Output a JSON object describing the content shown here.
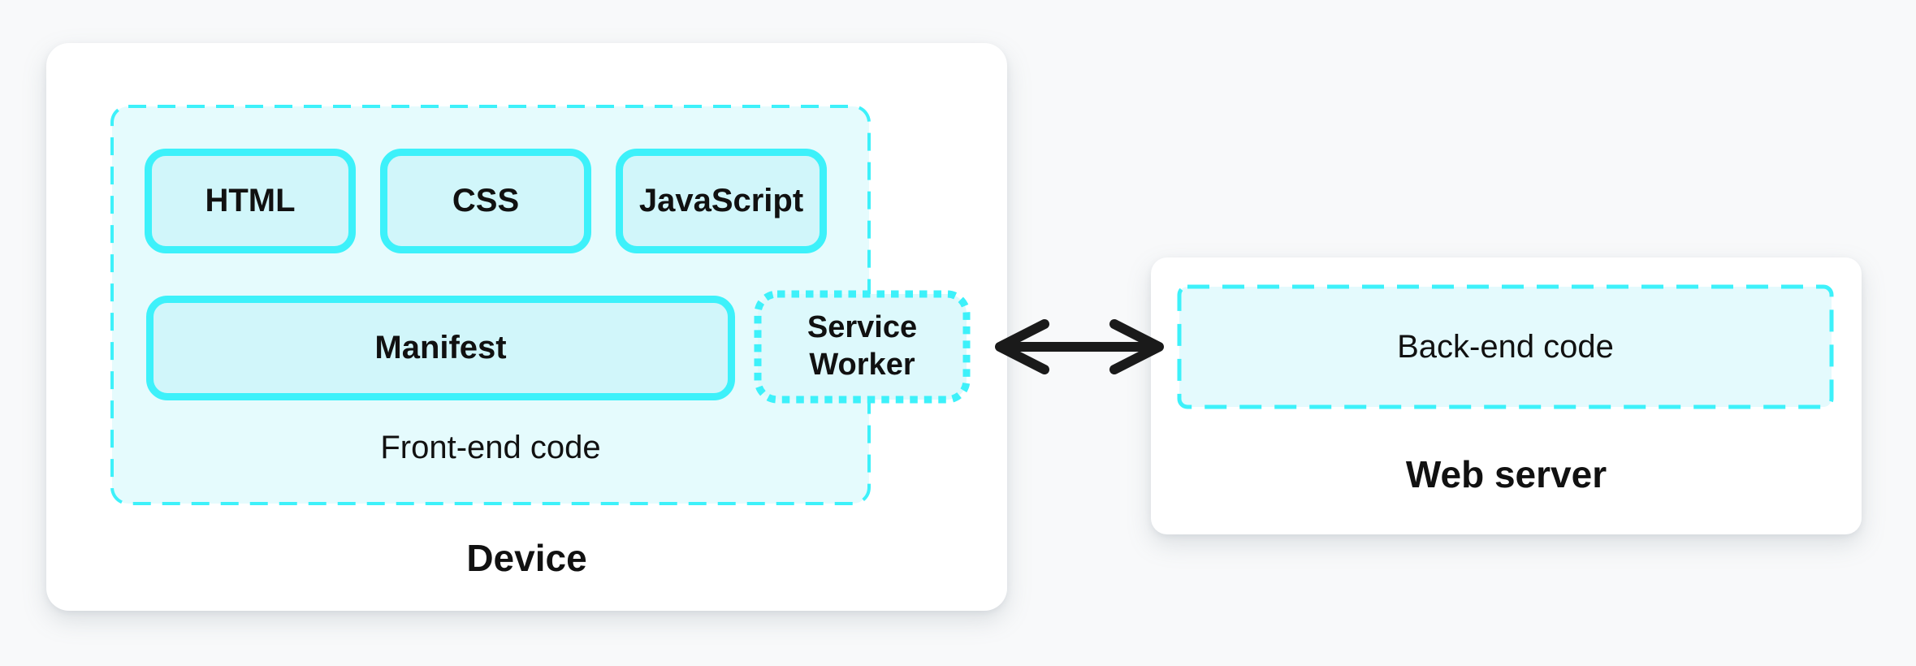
{
  "device": {
    "label": "Device",
    "frontend": {
      "label": "Front-end code",
      "row1": [
        {
          "label": "HTML"
        },
        {
          "label": "CSS"
        },
        {
          "label": "JavaScript"
        }
      ],
      "manifest": {
        "label": "Manifest"
      },
      "service_worker": {
        "label": "Service Worker"
      }
    }
  },
  "server": {
    "label": "Web server",
    "backend": {
      "label": "Back-end code"
    }
  },
  "arrow": {
    "icon": "double-headed-arrow"
  },
  "colors": {
    "accent_cyan": "#3df1fa",
    "container_fill": "#e5fbfd",
    "inner_box_fill": "#d1f6fa",
    "service_worker_fill": "#ddf9fc",
    "surface_white": "#ffffff",
    "background": "#f8f9fa",
    "arrow_black": "#1a1a1a",
    "text_black": "#111111"
  }
}
